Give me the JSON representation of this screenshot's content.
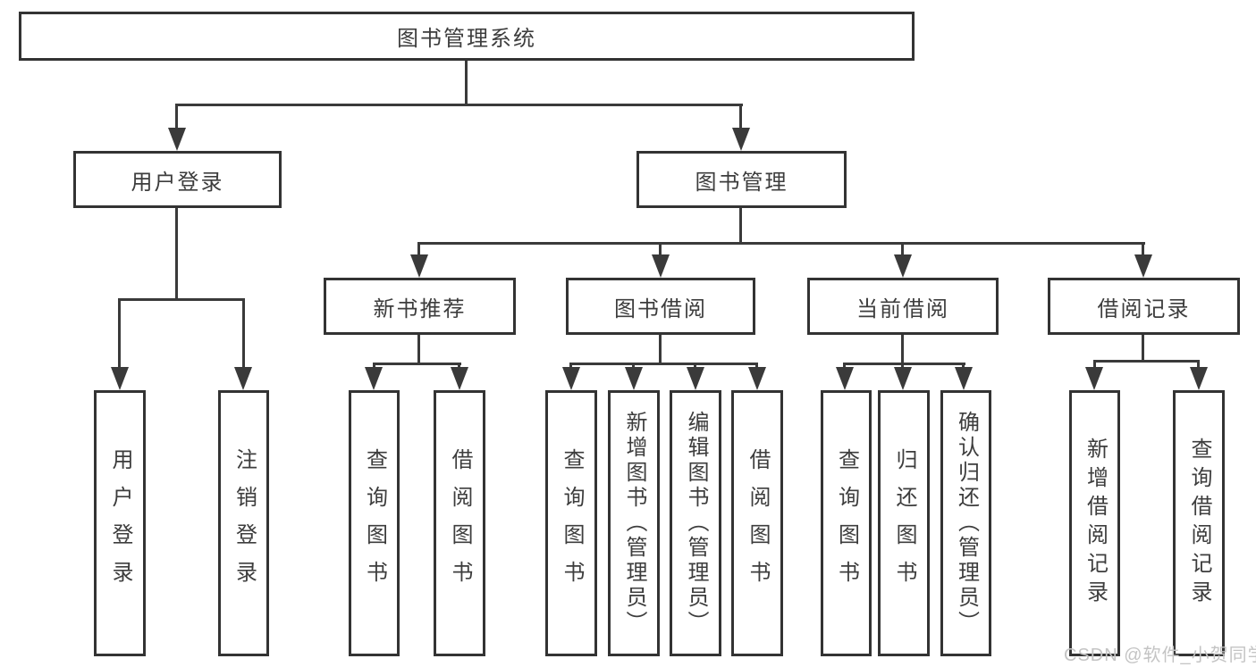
{
  "colors": {
    "line": "#3a3a3a",
    "border": "#333333",
    "text": "#3d3d3d",
    "box_fill": "#ffffff",
    "background": "#ffffff",
    "watermark": "#c4c4c4"
  },
  "diagram": {
    "root": {
      "label": "图书管理系统"
    },
    "branches": [
      {
        "label": "用户登录",
        "children": [
          {
            "label": "用户登录"
          },
          {
            "label": "注销登录"
          }
        ]
      },
      {
        "label": "图书管理",
        "children": [
          {
            "label": "新书推荐",
            "children": [
              {
                "label": "查询图书"
              },
              {
                "label": "借阅图书"
              }
            ]
          },
          {
            "label": "图书借阅",
            "children": [
              {
                "label": "查询图书"
              },
              {
                "label": "新增图书（管理员）"
              },
              {
                "label": "编辑图书（管理员）"
              },
              {
                "label": "借阅图书"
              }
            ]
          },
          {
            "label": "当前借阅",
            "children": [
              {
                "label": "查询图书"
              },
              {
                "label": "归还图书"
              },
              {
                "label": "确认归还（管理员）"
              }
            ]
          },
          {
            "label": "借阅记录",
            "children": [
              {
                "label": "新增借阅记录"
              },
              {
                "label": "查询借阅记录"
              }
            ]
          }
        ]
      }
    ]
  },
  "watermark": {
    "text": "CSDN @软件_小贺同学"
  }
}
